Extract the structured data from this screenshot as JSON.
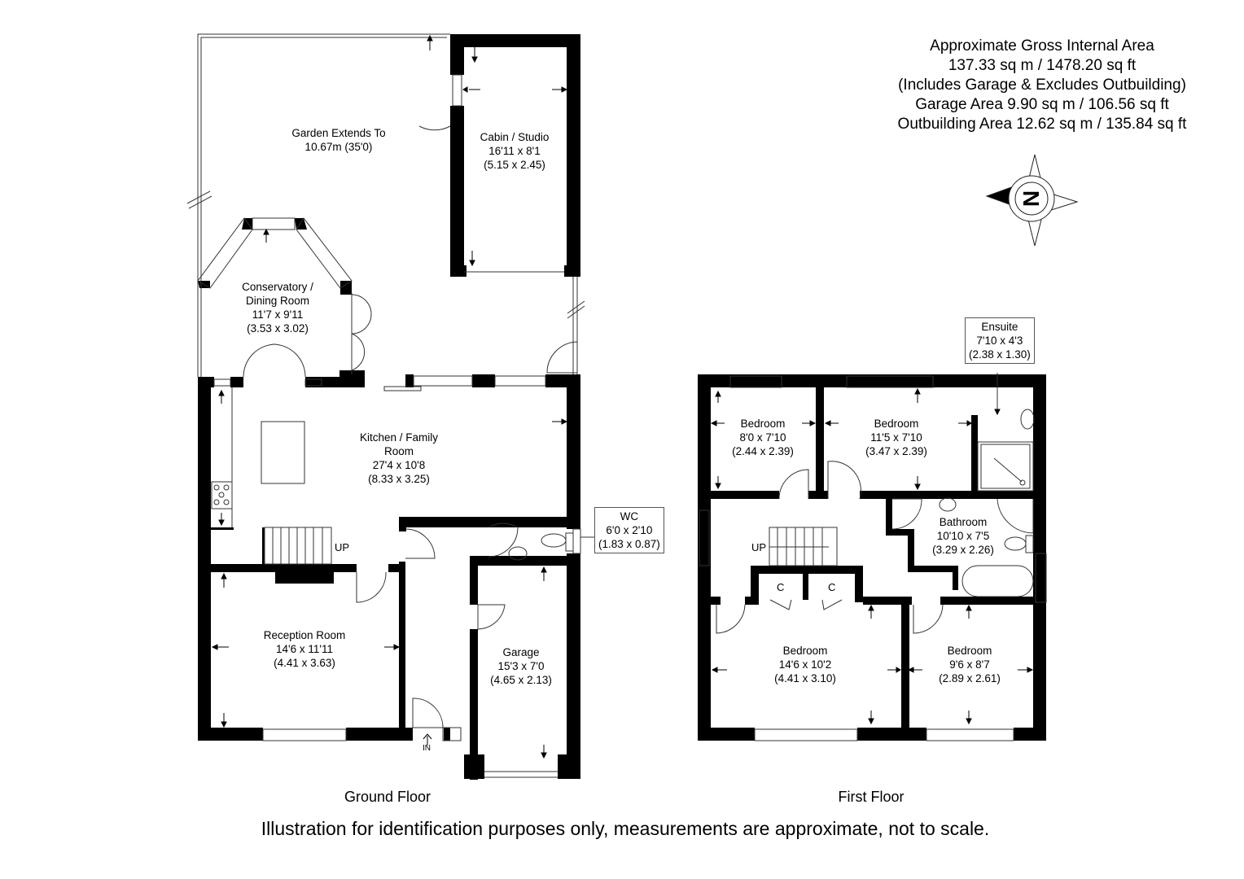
{
  "area_summary": {
    "line1": "Approximate Gross Internal Area",
    "line2": "137.33 sq m / 1478.20 sq ft",
    "line3": "(Includes Garage & Excludes Outbuilding)",
    "line4": "Garage Area 9.90 sq m / 106.56 sq ft",
    "line5": "Outbuilding Area 12.62 sq m / 135.84 sq ft"
  },
  "compass": {
    "letter": "N",
    "icon": "compass-rose-icon"
  },
  "ground_floor": {
    "title": "Ground Floor",
    "rooms": {
      "garden": {
        "name": "Garden Extends To",
        "dim": "10.67m (35'0)"
      },
      "cabin": {
        "name": "Cabin / Studio",
        "dim_imperial": "16'11 x 8'1",
        "dim_metric": "(5.15 x 2.45)"
      },
      "conservatory": {
        "name1": "Conservatory /",
        "name2": "Dining Room",
        "dim_imperial": "11'7 x 9'11",
        "dim_metric": "(3.53 x 3.02)"
      },
      "kitchen": {
        "name1": "Kitchen / Family",
        "name2": "Room",
        "dim_imperial": "27'4 x 10'8",
        "dim_metric": "(8.33 x 3.25)"
      },
      "wc": {
        "name": "WC",
        "dim_imperial": "6'0 x 2'10",
        "dim_metric": "(1.83 x 0.87)"
      },
      "reception": {
        "name": "Reception Room",
        "dim_imperial": "14'6 x 11'11",
        "dim_metric": "(4.41 x 3.63)"
      },
      "garage": {
        "name": "Garage",
        "dim_imperial": "15'3 x 7'0",
        "dim_metric": "(4.65 x 2.13)"
      }
    },
    "stairs_label": "UP",
    "entrance_label": "IN"
  },
  "first_floor": {
    "title": "First Floor",
    "rooms": {
      "bedroom1": {
        "name": "Bedroom",
        "dim_imperial": "8'0 x 7'10",
        "dim_metric": "(2.44 x 2.39)"
      },
      "bedroom2": {
        "name": "Bedroom",
        "dim_imperial": "11'5 x 7'10",
        "dim_metric": "(3.47 x 2.39)"
      },
      "ensuite": {
        "name": "Ensuite",
        "dim_imperial": "7'10 x 4'3",
        "dim_metric": "(2.38 x 1.30)"
      },
      "bathroom": {
        "name": "Bathroom",
        "dim_imperial": "10'10 x 7'5",
        "dim_metric": "(3.29 x 2.26)"
      },
      "bedroom3": {
        "name": "Bedroom",
        "dim_imperial": "14'6 x 10'2",
        "dim_metric": "(4.41 x 3.10)"
      },
      "bedroom4": {
        "name": "Bedroom",
        "dim_imperial": "9'6 x 8'7",
        "dim_metric": "(2.89 x 2.61)"
      }
    },
    "stairs_label": "UP",
    "cupboard_label": "C"
  },
  "disclaimer": "Illustration for identification purposes only, measurements are approximate, not to scale."
}
